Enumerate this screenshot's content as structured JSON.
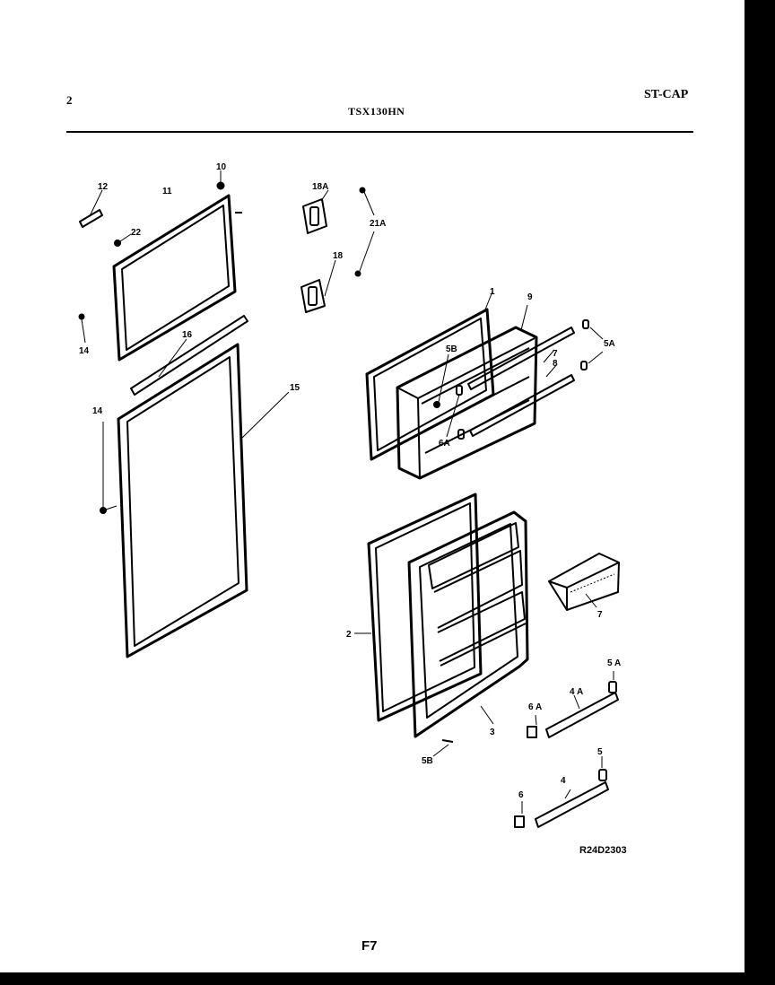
{
  "header": {
    "page_number": "2",
    "model": "TSX130HN",
    "catalog_code": "ST-CAP"
  },
  "callouts": {
    "c1": "1",
    "c2": "2",
    "c3": "3",
    "c4": "4",
    "c4a": "4 A",
    "c5": "5",
    "c5a_upper": "5A",
    "c5a_lower": "5 A",
    "c5b": "5B",
    "c5b_lower": "5B",
    "c6": "6",
    "c6a_upper": "6A",
    "c6a_lower": "6 A",
    "c7": "7",
    "c7_shelf": "7",
    "c8": "8",
    "c9": "9",
    "c10": "10",
    "c11": "11",
    "c12": "12",
    "c14_upper": "14",
    "c14_lower": "14",
    "c15": "15",
    "c16": "16",
    "c18": "18",
    "c18a": "18A",
    "c21a": "21A",
    "c22": "22"
  },
  "footer": {
    "drawing_ref": "R24D2303",
    "figure": "F7"
  }
}
